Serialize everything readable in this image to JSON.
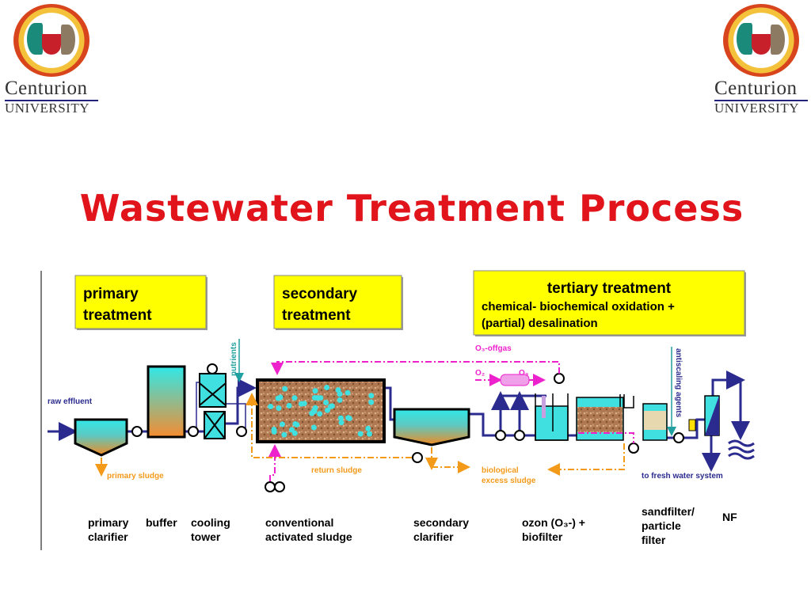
{
  "logo": {
    "name": "Centurion",
    "sub": "UNIVERSITY"
  },
  "title": "Wastewater Treatment Process",
  "stages": {
    "primary": [
      "primary",
      "treatment"
    ],
    "secondary": [
      "secondary",
      "treatment"
    ],
    "tertiary": {
      "title": "tertiary  treatment",
      "line1": "chemical- biochemical  oxidation +",
      "line2": "(partial) desalination"
    }
  },
  "flow_labels": {
    "raw_effluent": "raw effluent",
    "primary_sludge": "primary  sludge",
    "nutrients": "nutrients",
    "return_sludge": "return sludge",
    "o3_offgas": "O₃-offgas",
    "o2": "O₂",
    "o3": "O₃",
    "biological": "biological",
    "excess_sludge": "excess sludge",
    "antiscaling": "antiscaling agents",
    "fresh_water": "to fresh water system"
  },
  "units": [
    {
      "line1": "primary",
      "line2": "clarifier"
    },
    {
      "line1": "buffer",
      "line2": ""
    },
    {
      "line1": "cooling",
      "line2": "tower"
    },
    {
      "line1": "conventional",
      "line2": "activated sludge"
    },
    {
      "line1": "secondary",
      "line2": "clarifier"
    },
    {
      "line1": "ozon (O₃-) +",
      "line2": "biofilter"
    },
    {
      "line1": "sandfilter/",
      "line2": "particle",
      "line3": "filter"
    },
    {
      "line1": "NF",
      "line2": ""
    }
  ],
  "colors": {
    "title": "#e0141a",
    "stage_box": "#ffff00",
    "water": "#32404a",
    "pipe": "#2b2b8f",
    "sludge": "#f39a1a",
    "gas": "#ee22cc",
    "tank_fill_top": "#40e0e0",
    "tank_fill_bottom": "#f08a30"
  }
}
